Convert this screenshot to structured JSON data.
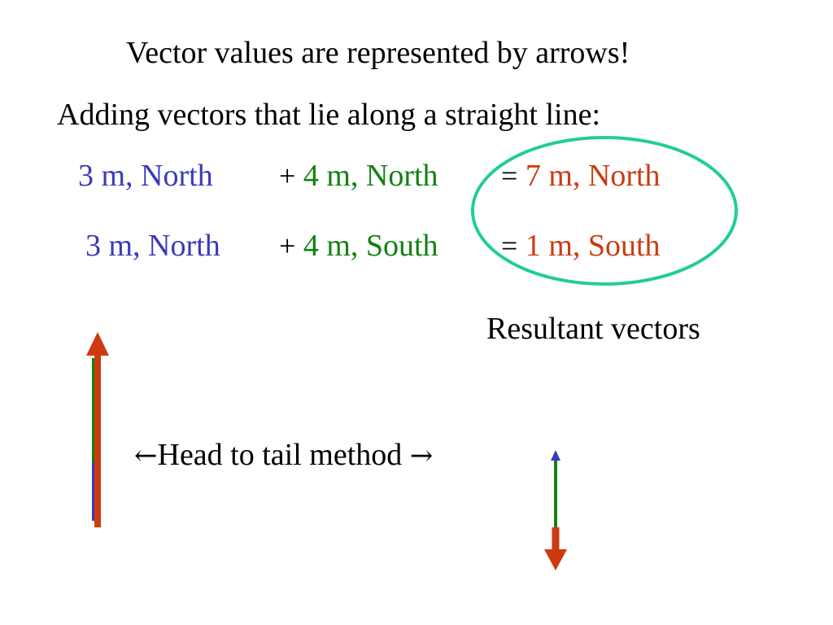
{
  "title": "Vector values are represented by arrows!",
  "subtitle": "Adding vectors that lie along a straight line:",
  "rows": [
    {
      "first": "3 m, North",
      "plus": "+",
      "second": "4 m, North",
      "equals": "=",
      "result": "7 m, North"
    },
    {
      "first": "3 m, North",
      "plus": "+",
      "second": "4 m, South",
      "equals": "=",
      "result": "1 m, South"
    }
  ],
  "resultant_label": "Resultant vectors",
  "method": {
    "left_arrow": "←",
    "label": "Head to tail method",
    "right_arrow": "→"
  },
  "colors": {
    "first_vector": "#3a3ab8",
    "second_vector": "#128012",
    "resultant": "#cc3a10",
    "highlight_ellipse": "#22cc99"
  }
}
